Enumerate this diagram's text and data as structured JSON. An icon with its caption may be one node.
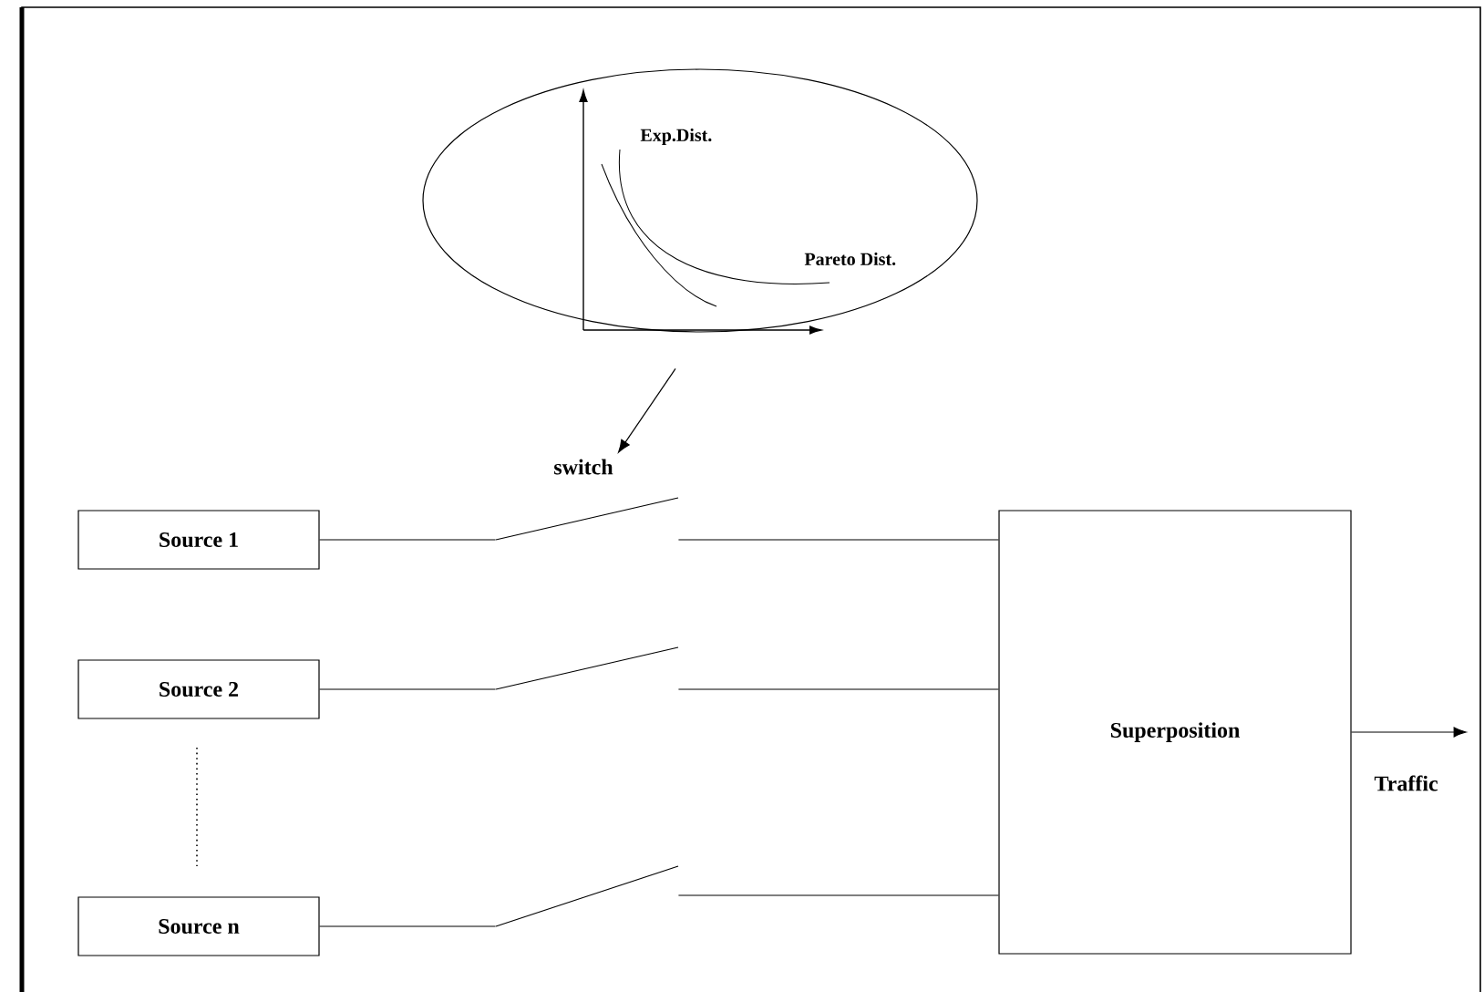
{
  "diagram": {
    "nodes": [
      {
        "text": [
          "Exp.Dist.",
          "Pareto Dist."
        ]
      },
      {
        "text": [
          "switch"
        ]
      },
      {
        "text": [
          "Source 1"
        ]
      },
      {
        "text": [
          "Source 2"
        ]
      },
      {
        "text": [
          "Source n"
        ]
      },
      {
        "text": [],
        "shape": "switch"
      },
      {
        "text": [],
        "shape": "switch"
      },
      {
        "text": [],
        "shape": "switch"
      },
      {
        "text": [
          "Superposition"
        ]
      }
    ],
    "edges": [
      {
        "from": 0,
        "to": 1,
        "arrow": "to"
      },
      {
        "from": 2,
        "to": 5,
        "arrow": "none"
      },
      {
        "from": 5,
        "to": 8,
        "arrow": "none"
      },
      {
        "from": 3,
        "to": 6,
        "arrow": "none"
      },
      {
        "from": 6,
        "to": 8,
        "arrow": "none"
      },
      {
        "from": 4,
        "to": 7,
        "arrow": "none"
      },
      {
        "from": 7,
        "to": 8,
        "arrow": "none"
      },
      {
        "from": 8,
        "to": null,
        "arrow": "to",
        "label": "Traffic"
      }
    ]
  }
}
